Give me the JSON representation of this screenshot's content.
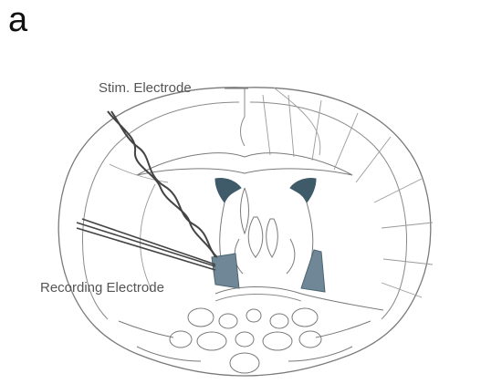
{
  "panel": {
    "letter": "a"
  },
  "labels": {
    "stim_electrode": "Stim. Electrode",
    "recording_electrode": "Recording Electrode"
  },
  "colors": {
    "outline": "#7a7a7a",
    "ventricle_fill": "#3f5a69",
    "nucleus_fill": "#6f8796",
    "electrode_dark": "#444444",
    "label_text": "#555555"
  }
}
